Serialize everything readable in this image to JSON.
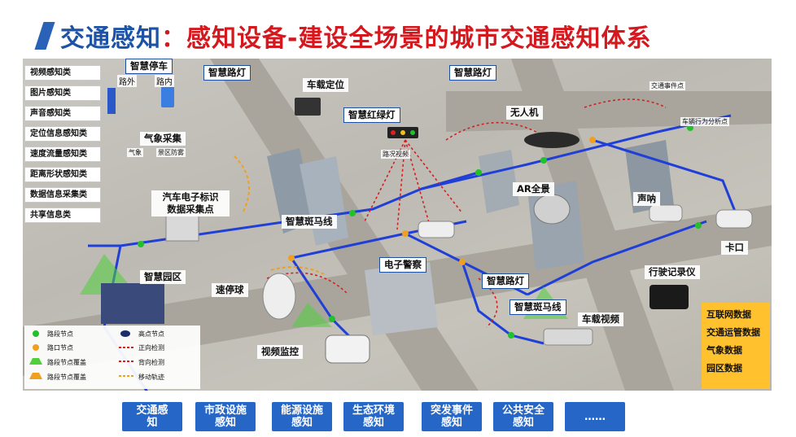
{
  "header": {
    "title_left": "交通感知",
    "title_right": "：感知设备-建设全场景的城市交通感知体系"
  },
  "categories": [
    "视频感知类",
    "图片感知类",
    "声音感知类",
    "定位信息感知类",
    "速度流量感知类",
    "距离形状感知类",
    "数据信息采集类",
    "共享信息类"
  ],
  "devices": {
    "smart_parking": "智慧停车",
    "road_outside": "路外",
    "road_inside": "路内",
    "smart_streetlight_1": "智慧路灯",
    "vehicle_positioning": "车载定位",
    "smart_streetlight_2": "智慧路灯",
    "smart_traffic_light": "智慧红绿灯",
    "drone": "无人机",
    "road_video": "路况视频",
    "weather_collection": "气象采集",
    "weather": "气象",
    "park_fog": "景区防雾",
    "etag_collection": "汽车电子标识\n数据采集点",
    "smart_crosswalk_1": "智慧斑马线",
    "ar_panorama": "AR全景",
    "horn": "声呐",
    "checkpoint": "卡口",
    "e_police": "电子警察",
    "smart_park": "智慧园区",
    "speed_dome": "速停球",
    "smart_streetlight_3": "智慧路灯",
    "smart_crosswalk_2": "智慧斑马线",
    "dash_recorder": "行驶记录仪",
    "vehicle_video": "车载视频",
    "video_surveillance": "视频监控",
    "traffic_event_point": "交通事件点",
    "vehicle_behavior_point": "车辆行为分析点"
  },
  "legend": {
    "road_node": "路段节点",
    "intersection_node": "路口节点",
    "road_coverage": "路段节点覆盖",
    "intersection_coverage": "路段节点覆盖",
    "high_node": "高点节点",
    "forward_detect": "正向检测",
    "reverse_detect": "背向检测",
    "move_track": "移动轨迹"
  },
  "data_panel": {
    "items": [
      "互联网数据",
      "交通运管数据",
      "气象数据",
      "园区数据"
    ]
  },
  "bottom_buttons": [
    "交通感\n知",
    "市政设施\n感知",
    "能源设施\n感知",
    "生态环境\n感知",
    "突发事件\n感知",
    "公共安全\n感知",
    "……"
  ],
  "colors": {
    "title_blue": "#1d53a6",
    "title_red": "#d5171e",
    "network_blue": "#1f3fd6",
    "node_green": "#22c02a",
    "node_orange": "#f0a020",
    "detect_red": "#d42020",
    "panel_yellow": "#ffc22e",
    "button_blue": "#2566c7"
  }
}
